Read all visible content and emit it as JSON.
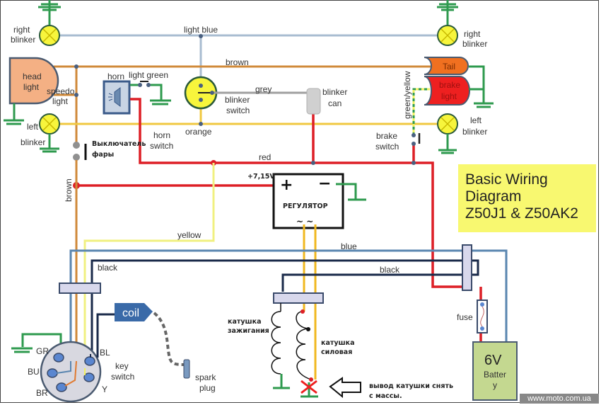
{
  "title": {
    "lines": [
      "Basic Wiring",
      "Diagram",
      "Z50J1 & Z50AK2"
    ]
  },
  "watermark": "www.moto.com.ua",
  "components": {
    "right_blinker_left": [
      "right",
      "blinker"
    ],
    "right_blinker_right": [
      "right",
      "blinker"
    ],
    "left_blinker_left": [
      "left",
      "blinker"
    ],
    "left_blinker_right": [
      "left",
      "blinker"
    ],
    "head_light": [
      "head",
      "light"
    ],
    "speedo_light": [
      "speedo",
      "light"
    ],
    "horn": "horn",
    "horn_switch": [
      "horn",
      "switch"
    ],
    "blinker_switch": [
      "blinker",
      "switch"
    ],
    "blinker_can": [
      "blinker",
      "can"
    ],
    "tail": "Tail",
    "brake_light": [
      "brake",
      "light"
    ],
    "brake_switch": [
      "brake",
      "switch"
    ],
    "headlight_switch_ru": [
      "Выключатель",
      "фары"
    ],
    "regulator": "РЕГУЛЯТОР",
    "regulator_voltage": "+7,15V",
    "regulator_plus": "+",
    "regulator_minus": "−",
    "regulator_ac": "~ ~",
    "coil": "coil",
    "spark_plug": [
      "spark",
      "plug"
    ],
    "key_switch": [
      "key",
      "switch"
    ],
    "key_pins": [
      "GR",
      "BU",
      "BR",
      "BL",
      "Y"
    ],
    "ignition_coil_ru": [
      "катушка",
      "зажигания"
    ],
    "power_coil_ru": [
      "катушка",
      "силовая"
    ],
    "ground_note_ru": [
      "вывод катушки снять",
      "с массы."
    ],
    "fuse": "fuse",
    "battery_voltage": "6V",
    "battery_label": [
      "Batter",
      "y"
    ]
  },
  "wires": {
    "light_blue": "light blue",
    "brown_top": "brown",
    "light_green": "light green",
    "grey": "grey",
    "orange": "orange",
    "red": "red",
    "green_yellow": "green/yellow",
    "brown_vertical": "brown",
    "yellow": "yellow",
    "blue": "blue",
    "black_left": "black",
    "black_right": "black"
  },
  "colors": {
    "ground": "#2e9a4e",
    "light_blue": "#a8bcd0",
    "brown": "#d08a3a",
    "yellow_wire": "#f0d040",
    "pale_yellow": "#f0f080",
    "red": "#dd1f26",
    "dark_red": "#c0202a",
    "blue": "#5a86b0",
    "black": "#1a2a4a",
    "lamp": "#f7f53c",
    "headlight": "#f4b084",
    "tail": "#f07020",
    "brake": "#ee2020",
    "battery": "#c4d890",
    "title_bg": "#f8f870"
  }
}
